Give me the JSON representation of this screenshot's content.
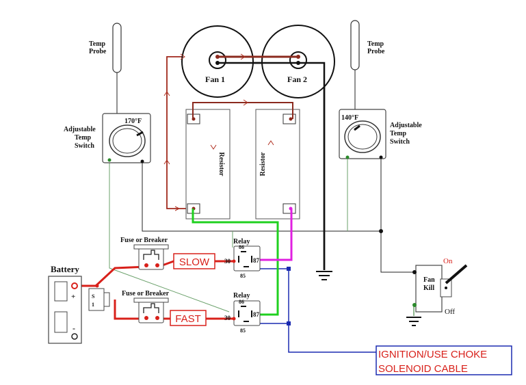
{
  "labels": {
    "temp_probe_left": [
      "Temp",
      "Probe"
    ],
    "temp_probe_right": [
      "Temp",
      "Probe"
    ],
    "fan1": "Fan 1",
    "fan2": "Fan 2",
    "switch_left": [
      "Adjustable",
      "Temp",
      "Switch"
    ],
    "switch_right": [
      "Adjustable",
      "Temp",
      "Switch"
    ],
    "switch_left_temp": "170°F",
    "switch_right_temp": "140°F",
    "resistor_left": "Resistor",
    "resistor_right": "Resistor",
    "fuse_top": "Fuse or Breaker",
    "fuse_bottom": "Fuse or Breaker",
    "relay_top": "Relay",
    "relay_bottom": "Relay",
    "relay_top_pins": {
      "p86": "86",
      "p30": "30",
      "p87": "87",
      "p85": "85"
    },
    "relay_bottom_pins": {
      "p86": "86",
      "p30": "30",
      "p87": "87",
      "p85": "85"
    },
    "slow": "SLOW",
    "fast": "FAST",
    "battery": "Battery",
    "battery_plus": "+",
    "battery_minus": "-",
    "fan_kill": [
      "Fan",
      "Kill"
    ],
    "on": "On",
    "off": "Off",
    "ignition": [
      "IGNITION/USE CHOKE",
      "SOLENOID CABLE"
    ]
  },
  "colors": {
    "red": "#d8201a",
    "brown": "#8b2a1e",
    "green": "#1fd01f",
    "magenta": "#e020e0",
    "blue": "#1a2ab0",
    "black": "#111111",
    "sage": "#6aa06a"
  }
}
